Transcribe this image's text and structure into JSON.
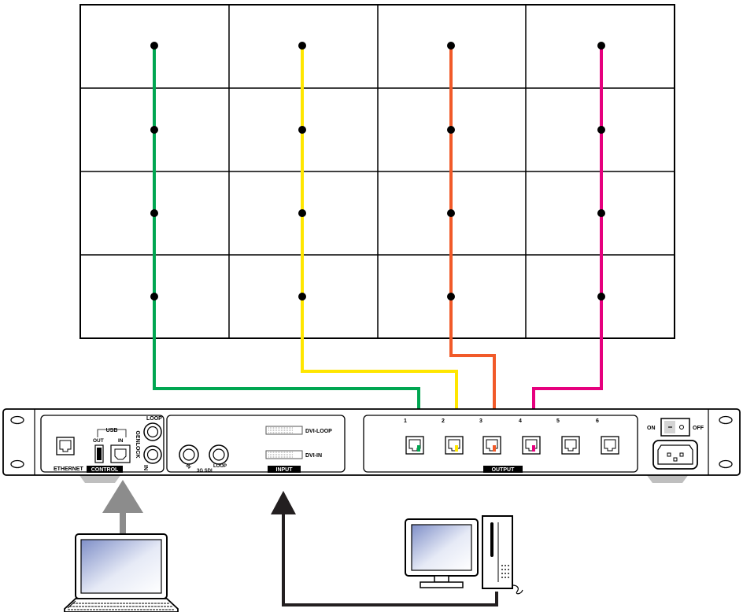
{
  "panel": {
    "ethernet_label": "ETHERNET",
    "control_label": "CONTROL",
    "usb_label": "USB",
    "usb_out_label": "OUT",
    "usb_in_label": "IN",
    "genlock_label": "GENLOCK",
    "genlock_loop_label": "LOOP",
    "genlock_in_label": "IN",
    "sdi_label": "3G SDI",
    "sdi_in_label": "IN",
    "sdi_loop_label": "LOOP",
    "dvi_loop_label": "DVI-LOOP",
    "dvi_in_label": "DVI-IN",
    "input_label": "INPUT",
    "output_label": "OUTPUT",
    "output_ports": [
      "1",
      "2",
      "3",
      "4",
      "5",
      "6"
    ],
    "power_on_label": "ON",
    "power_off_label": "OFF"
  },
  "video_wall": {
    "columns": 4,
    "rows": 4
  },
  "colors": {
    "output_1": "#00a651",
    "output_2": "#ffe600",
    "output_3": "#f15a29",
    "output_4": "#e6007e",
    "control_arrow": "#8c8c8c",
    "input_arrow": "#231f20"
  },
  "icons": [
    "laptop-icon",
    "desktop-computer-icon",
    "rj45-port-icon",
    "bnc-connector-icon",
    "usb-port-icon",
    "dvi-port-icon",
    "power-socket-icon",
    "power-switch-icon"
  ]
}
